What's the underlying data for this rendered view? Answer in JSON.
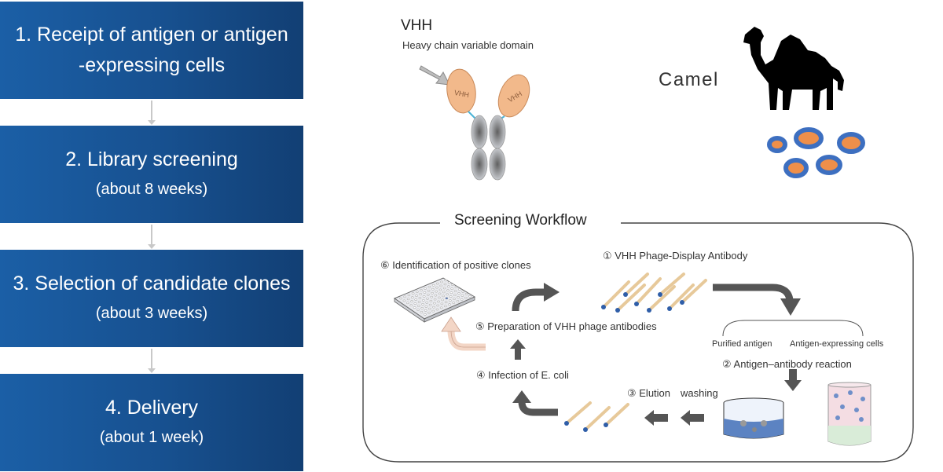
{
  "steps": [
    {
      "title": "1. Receipt of antigen or antigen",
      "title2": "-expressing cells",
      "duration": ""
    },
    {
      "title": "2. Library screening",
      "title2": "",
      "duration": "(about 8 weeks)"
    },
    {
      "title": "3. Selection of candidate clones",
      "title2": "",
      "duration": "(about 3 weeks)"
    },
    {
      "title": "4. Delivery",
      "title2": "",
      "duration": "(about 1 week)"
    }
  ],
  "vhh": {
    "title": "VHH",
    "subtitle": "Heavy chain variable domain",
    "domain_label": "VHH"
  },
  "camel": {
    "label": "Camel"
  },
  "workflow": {
    "title": "Screening Workflow",
    "step1": "① VHH Phage-Display Antibody",
    "step2": "② Antigen–antibody reaction",
    "purified": "Purified antigen",
    "cells": "Antigen-expressing cells",
    "step3": "③ Elution",
    "washing": "washing",
    "step4": "④ Infection of E. coli",
    "step5": "⑤ Preparation of VHH phage antibodies",
    "step6": "⑥ Identification of positive clones"
  },
  "colors": {
    "step_blue": "#17508f",
    "vhh_orange": "#f2b98b",
    "arrow_gray": "#555555",
    "peach_arrow": "#f3d6c6",
    "cell_blue": "#3d6fc0",
    "cell_orange": "#ee8f4a"
  }
}
